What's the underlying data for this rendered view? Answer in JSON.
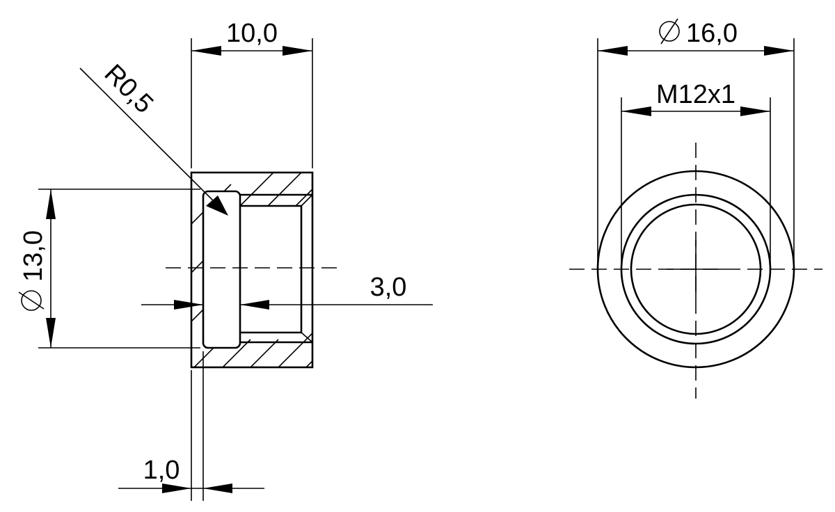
{
  "drawing": {
    "colors": {
      "line": "#000000",
      "background": "#ffffff"
    },
    "dimensions": {
      "width_top": "10,0",
      "radius": "R0,5",
      "diameter_left": "13,0",
      "gap_right": "3,0",
      "wall_bottom": "1,0",
      "diameter_outer": "16,0",
      "thread": "M12x1"
    }
  }
}
